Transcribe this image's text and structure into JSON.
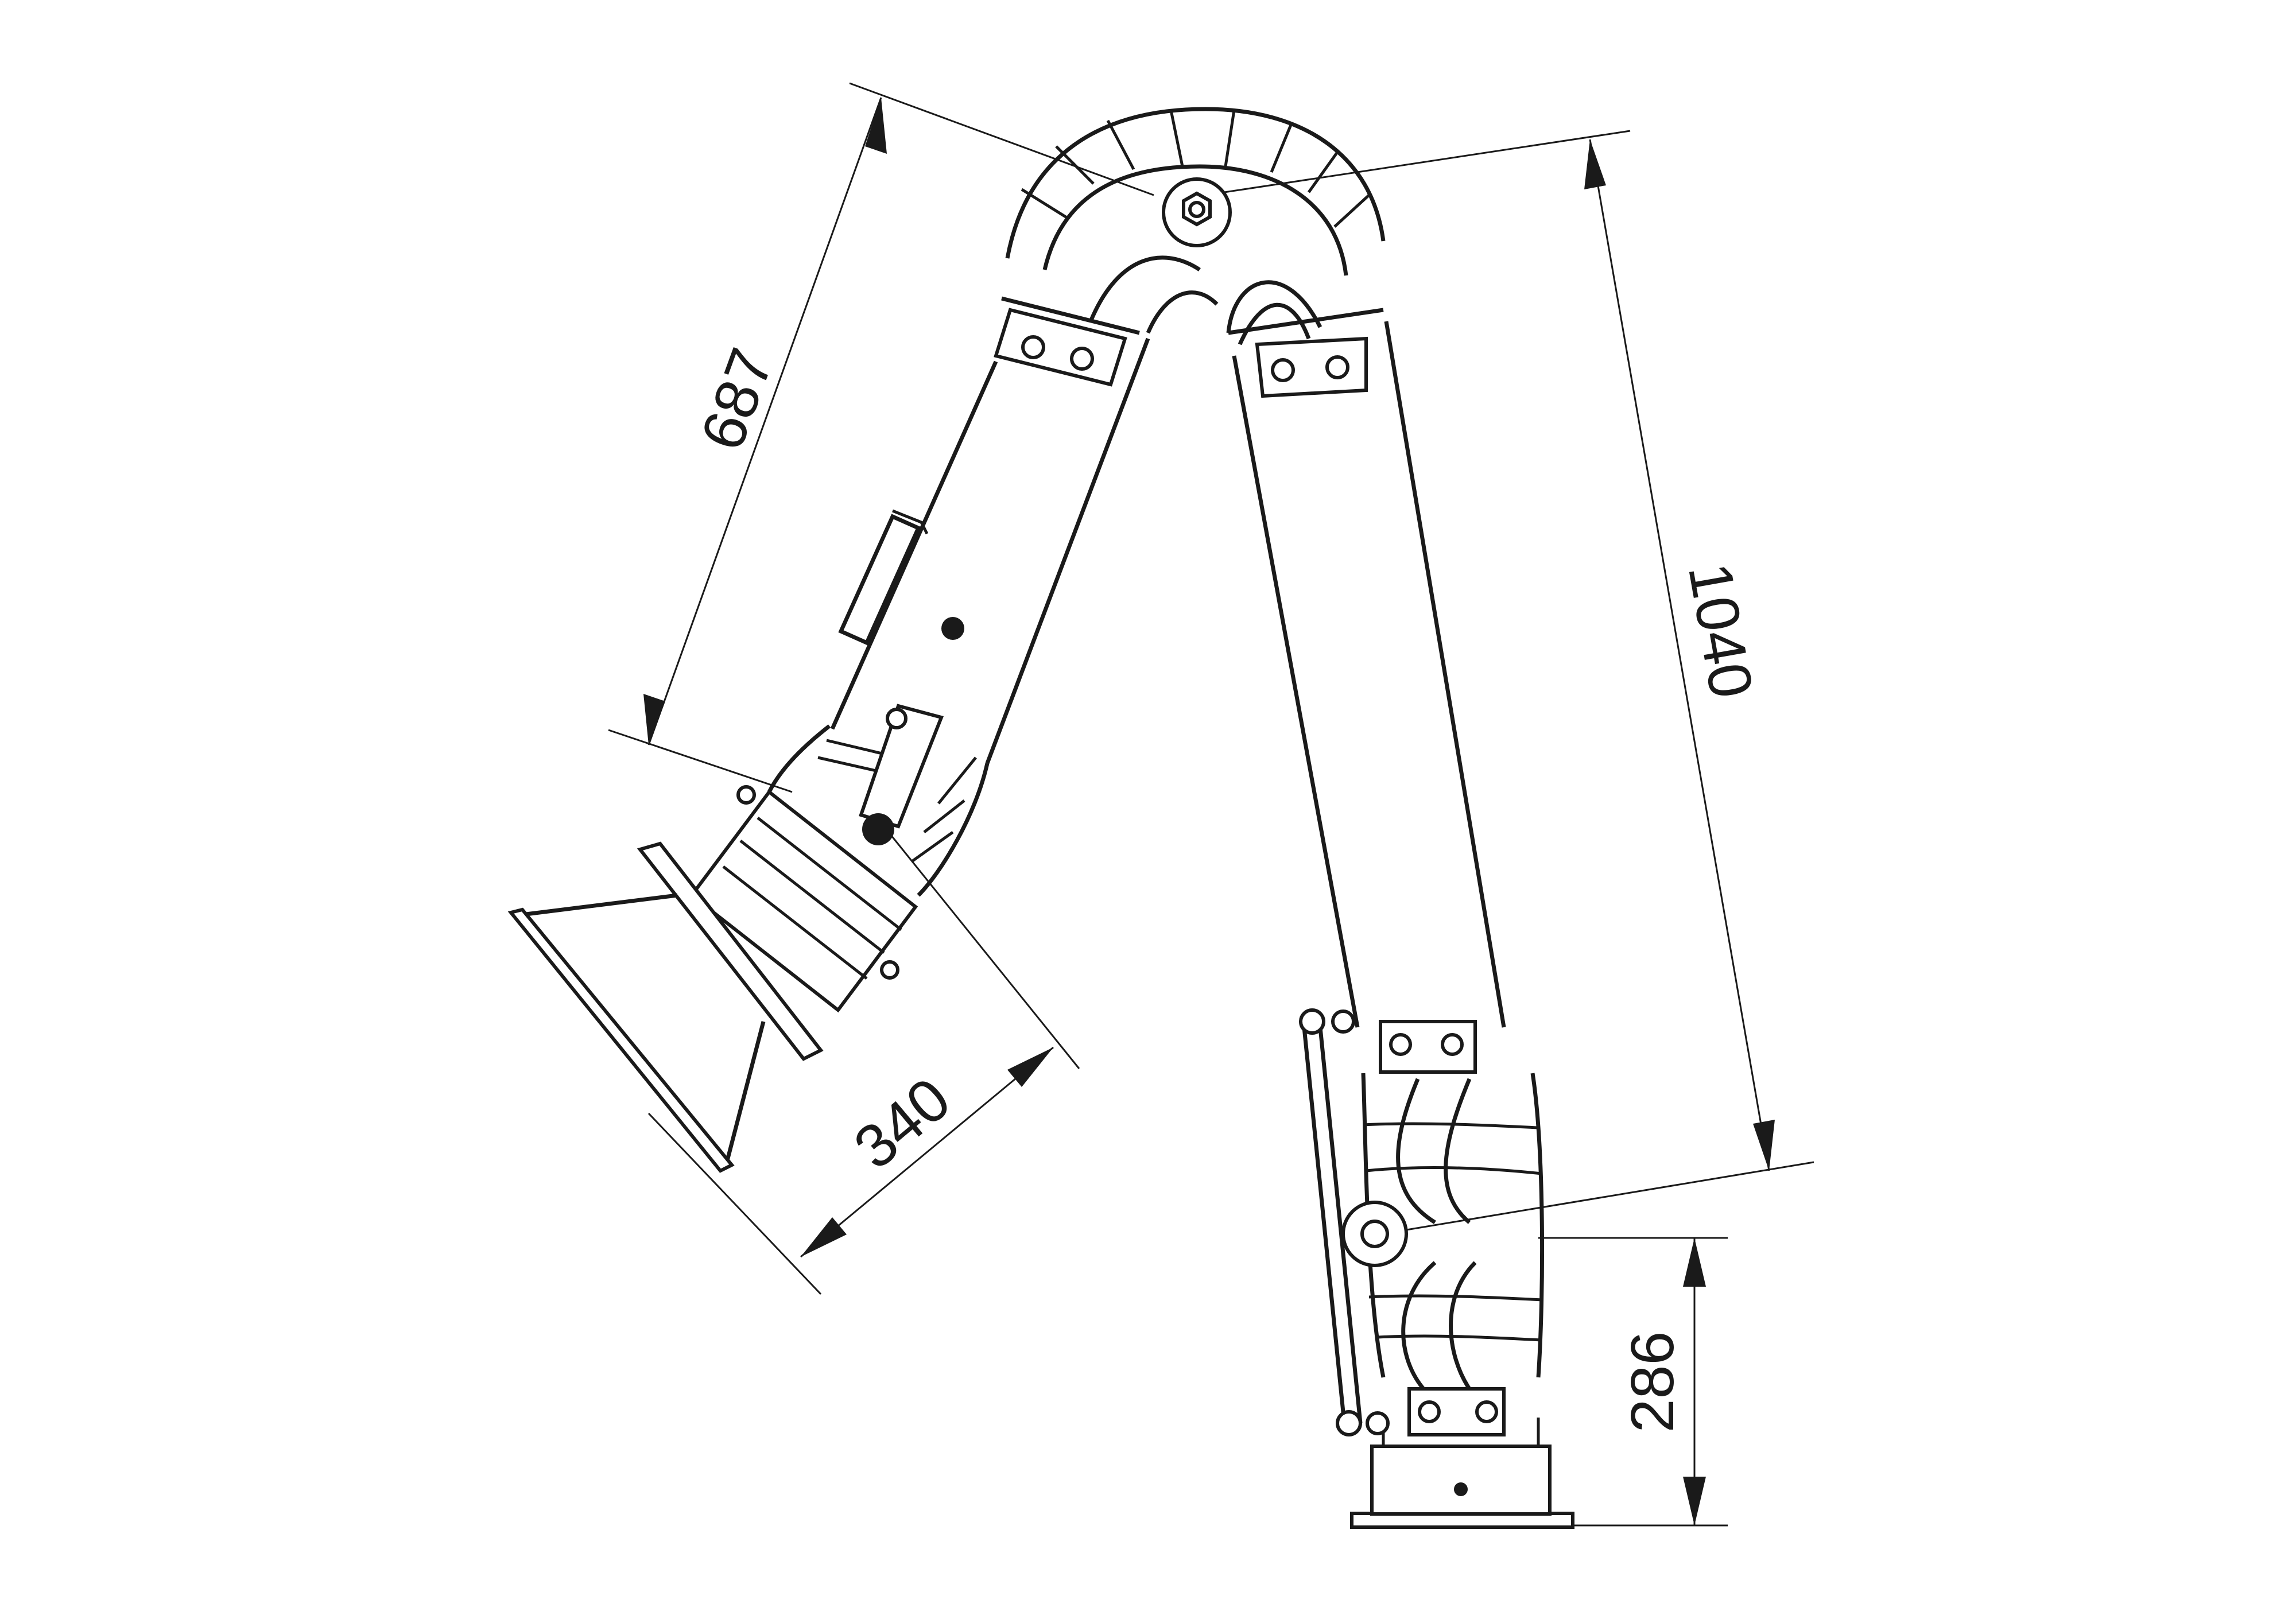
{
  "dimensions": {
    "upper_arm_length": "687",
    "lower_arm_length": "1040",
    "hood_length": "340",
    "base_height": "286"
  },
  "colors": {
    "line": "#1a1a1a",
    "background": "#ffffff"
  }
}
